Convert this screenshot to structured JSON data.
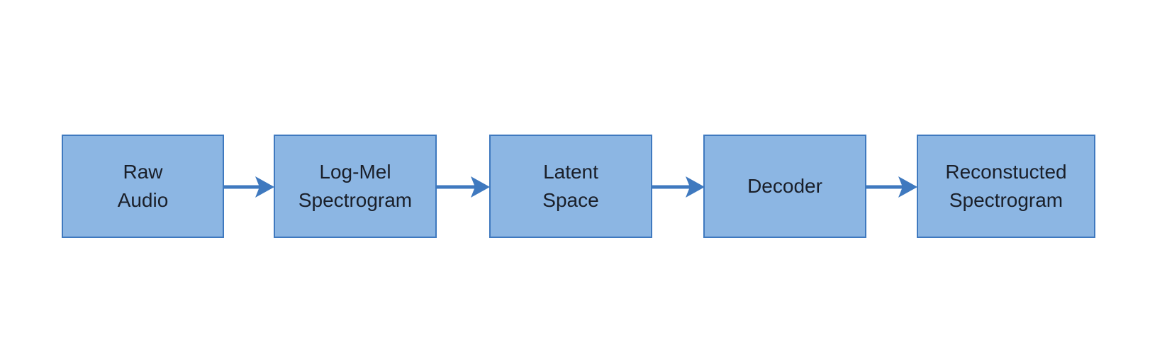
{
  "diagram": {
    "box_fill": "#8cb6e3",
    "box_stroke": "#3f79bf",
    "arrow_color": "#3f79bf",
    "nodes": [
      {
        "lines": [
          "Raw",
          "Audio"
        ]
      },
      {
        "lines": [
          "Log-Mel",
          "Spectrogram"
        ]
      },
      {
        "lines": [
          "Latent",
          "Space"
        ]
      },
      {
        "lines": [
          "Decoder"
        ]
      },
      {
        "lines": [
          "Reconstucted",
          "Spectrogram"
        ]
      }
    ]
  }
}
